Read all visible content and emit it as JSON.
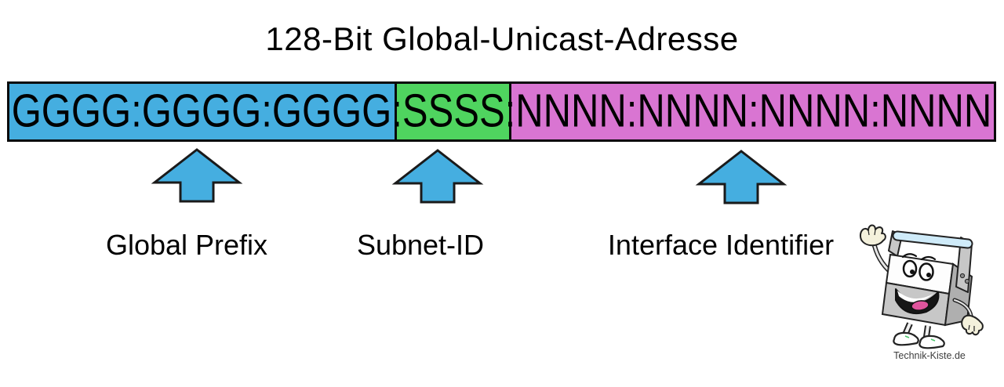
{
  "title": "128-Bit Global-Unicast-Adresse",
  "address_bar": {
    "separator": ":",
    "segments": [
      {
        "name": "Global Prefix",
        "text": "GGGG:GGGG:GGGG",
        "color": "#45AEE0"
      },
      {
        "name": "Subnet-ID",
        "text": "SSSS",
        "color": "#4FD45F"
      },
      {
        "name": "Interface Identifier",
        "text": "NNNN:NNNN:NNNN:NNNN",
        "color": "#D975D2"
      }
    ]
  },
  "callouts": [
    {
      "label": "Global Prefix"
    },
    {
      "label": "Subnet-ID"
    },
    {
      "label": "Interface Identifier"
    }
  ],
  "colors": {
    "arrow_fill": "#45AEE0",
    "segment_border": "#0a0a0a"
  },
  "watermark": "Technik-Kiste.de"
}
